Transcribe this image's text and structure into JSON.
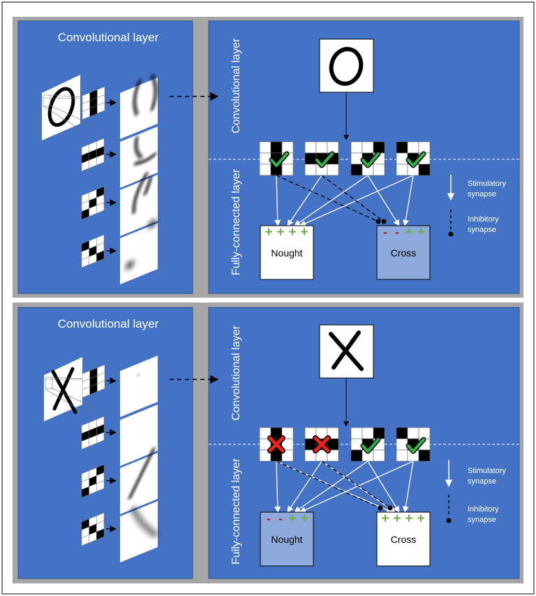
{
  "panels": [
    {
      "left_title": "Convolutional layer",
      "right_conv_label": "Convolutional layer",
      "right_fc_label": "Fully-connected layer",
      "input_glyph": "O",
      "filter_results": [
        "match",
        "match",
        "match",
        "match"
      ],
      "outputs": [
        {
          "label": "Nought",
          "signs": [
            "+",
            "+",
            "+",
            "+"
          ],
          "highlight": false
        },
        {
          "label": "Cross",
          "signs": [
            "-",
            "-",
            "+",
            "+"
          ],
          "highlight": true
        }
      ],
      "legend": {
        "stimulatory": "Stimulatory synapse",
        "inhibitory": "Inhibitory synapse"
      }
    },
    {
      "left_title": "Convolutional layer",
      "right_conv_label": "Convolutional layer",
      "right_fc_label": "Fully-connected layer",
      "input_glyph": "X",
      "filter_results": [
        "mismatch",
        "mismatch",
        "match",
        "match"
      ],
      "outputs": [
        {
          "label": "Nought",
          "signs": [
            "-",
            "-",
            "+",
            "+"
          ],
          "highlight": true
        },
        {
          "label": "Cross",
          "signs": [
            "+",
            "+",
            "+",
            "+"
          ],
          "highlight": false
        }
      ],
      "legend": {
        "stimulatory": "Stimulatory synapse",
        "inhibitory": "Inhibitory synapse"
      }
    }
  ],
  "colors": {
    "panel_bg": "#4472C4",
    "frame_bg": "#A6A6A6",
    "highlight_box": "#8EA9DB",
    "check": "#33B14A",
    "cross": "#E8231E",
    "plus": "#70AD47",
    "minus": "#C00000"
  }
}
